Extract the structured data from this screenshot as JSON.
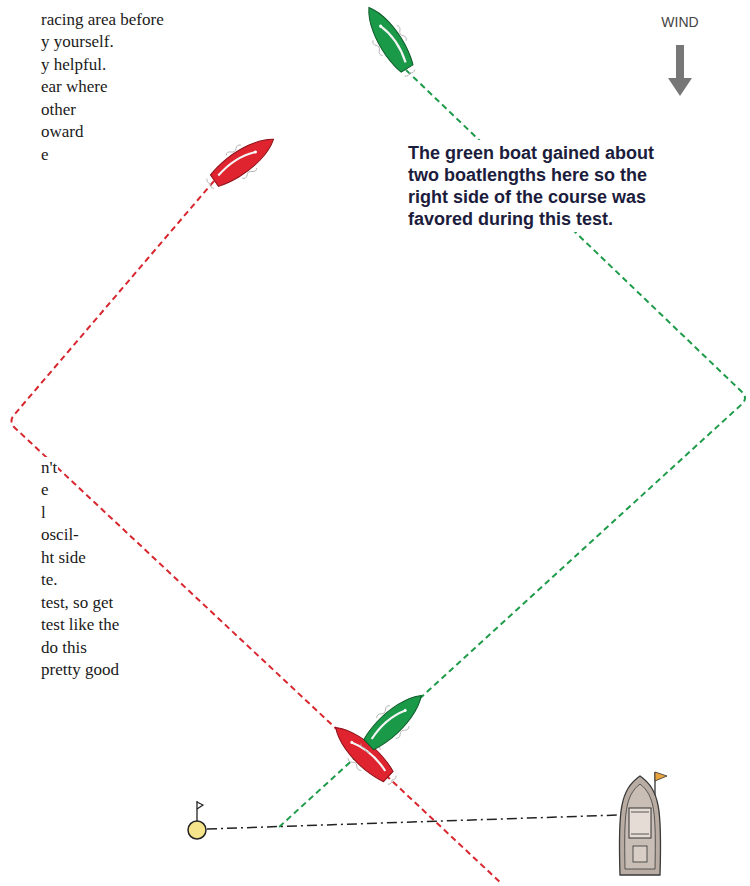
{
  "diagram": {
    "labels": [
      "racing area before",
      "y yourself.",
      "y helpful.",
      "ear where",
      "other",
      "oward",
      "e",
      "n't",
      "e",
      "l",
      "oscil-",
      "ht side",
      "te.",
      "test, so get",
      "test like the",
      "do this",
      "pretty good",
      "WIND",
      "The green boat gained about two boatlengths here so the right side of the course was favored during this test."
    ]
  }
}
